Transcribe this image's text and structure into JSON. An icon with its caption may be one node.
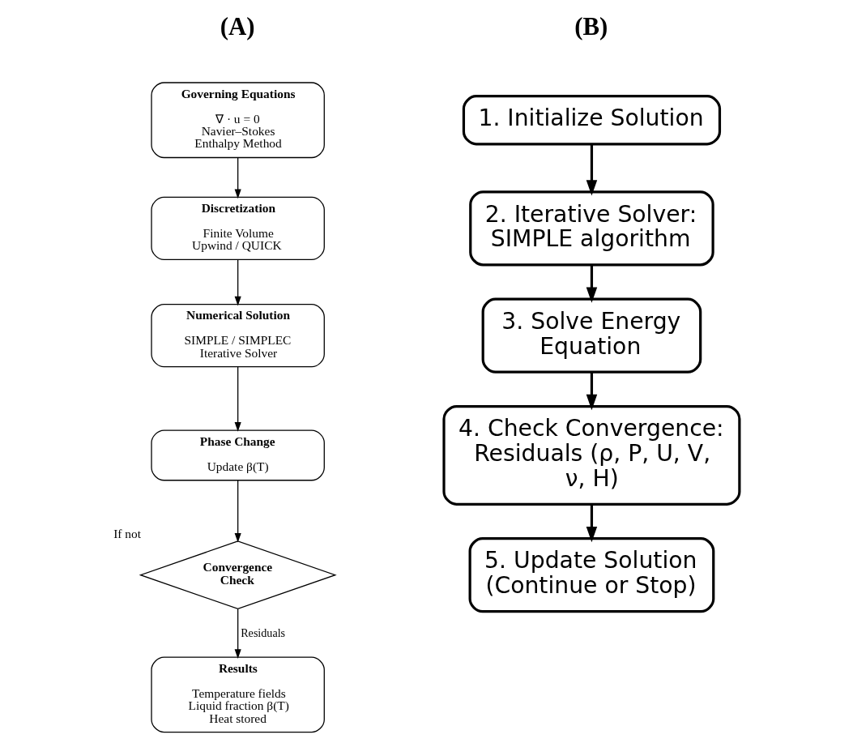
{
  "diagram": {
    "nodes": [
      {
        "text": [
          "Governing Equations",
          "∇ · u = 0",
          "Navier–Stokes",
          "Enthalpy Method"
        ]
      },
      {
        "text": [
          "Discretization",
          "Finite Volume",
          "Upwind / QUICK"
        ]
      },
      {
        "text": [
          "Numerical Solution",
          "SIMPLE / SIMPLEC",
          "Iterative Solver"
        ]
      },
      {
        "text": [
          "Phase Change",
          "Update β(T)"
        ]
      },
      {
        "text": [
          "Convergence Check"
        ],
        "beside": [
          "If not"
        ]
      },
      {
        "text": [
          "Results",
          "Temperature fields",
          "Liquid fraction β(T)",
          "Heat stored"
        ]
      },
      {
        "text": [
          "1. Initialize Solution"
        ]
      },
      {
        "text": [
          "2. Iterative Solver: SIMPLE algorithm"
        ]
      },
      {
        "text": [
          "3. Solve Energy Equation"
        ]
      },
      {
        "text": [
          "4. Check Convergence: Residuals (ρ, P, U, V, ν, H)"
        ]
      },
      {
        "text": [
          "5. Update Solution (Continue or Stop)"
        ]
      }
    ],
    "edges": [
      {
        "from": 0,
        "to": 1,
        "arrow": "to"
      },
      {
        "from": 1,
        "to": 2,
        "arrow": "to"
      },
      {
        "from": 2,
        "to": 3,
        "arrow": "to"
      },
      {
        "from": 3,
        "to": 4,
        "arrow": "to"
      },
      {
        "from": 4,
        "to": 5,
        "arrow": "to",
        "label": "Residuals"
      },
      {
        "from": 6,
        "to": 7,
        "arrow": "to",
        "style": "thick"
      },
      {
        "from": 7,
        "to": 8,
        "arrow": "to",
        "style": "thick"
      },
      {
        "from": 8,
        "to": 9,
        "arrow": "to",
        "style": "thick"
      },
      {
        "from": 9,
        "to": 10,
        "arrow": "to",
        "style": "thick"
      }
    ],
    "labels": [
      "(A)",
      "(B)"
    ]
  }
}
